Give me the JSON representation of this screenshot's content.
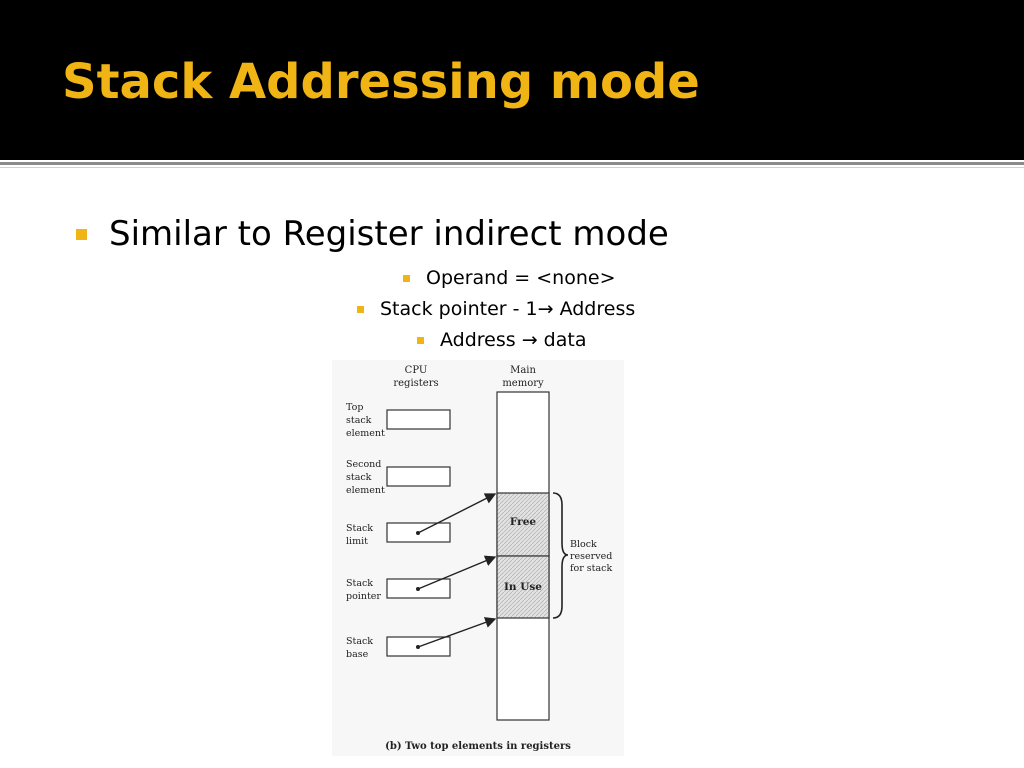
{
  "slide": {
    "title": "Stack Addressing mode",
    "bullets": [
      "Similar to Register indirect mode",
      "Operand = <none>",
      "Stack pointer - 1→ Address",
      "Address → data"
    ]
  },
  "colors": {
    "accent": "#f0b414",
    "header_bg": "#000000"
  },
  "diagram": {
    "cpu_header": [
      "CPU",
      "registers"
    ],
    "memory_header": [
      "Main",
      "memory"
    ],
    "registers": [
      {
        "lines": [
          "Top",
          "stack",
          "element"
        ]
      },
      {
        "lines": [
          "Second",
          "stack",
          "element"
        ]
      },
      {
        "lines": [
          "Stack",
          "limit"
        ]
      },
      {
        "lines": [
          "Stack",
          "pointer"
        ]
      },
      {
        "lines": [
          "Stack",
          "base"
        ]
      }
    ],
    "free_label": "Free",
    "inuse_label": "In Use",
    "brace_label": [
      "Block",
      "reserved",
      "for stack"
    ],
    "caption": "(b) Two top elements in registers"
  }
}
